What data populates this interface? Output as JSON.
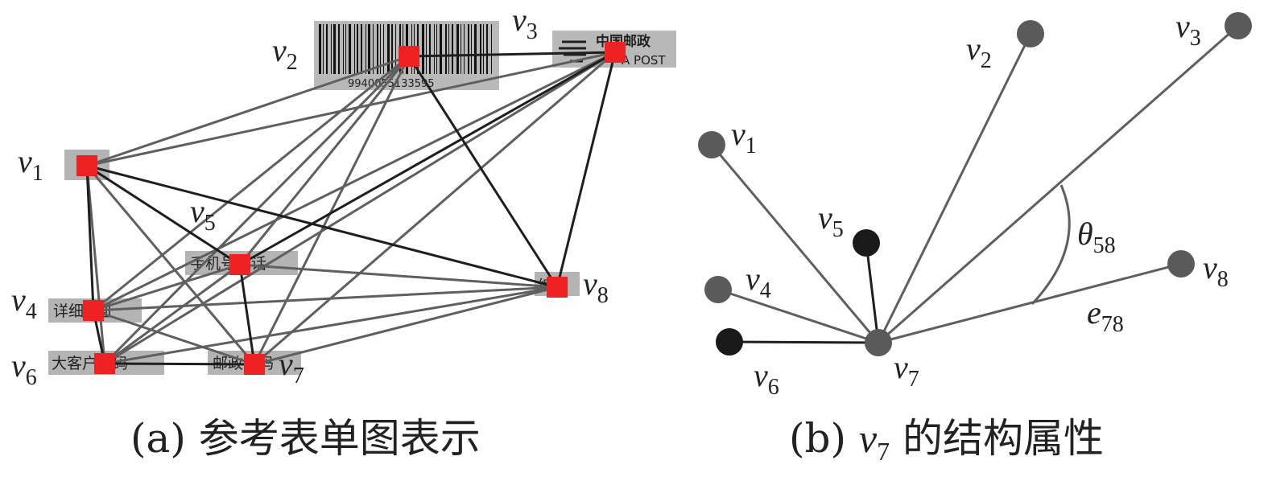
{
  "panel_a": {
    "caption": "(a) 参考表单图表示",
    "barcode_number": "9940055133595",
    "field_texts": {
      "v2": "",
      "v3": "中国邮政",
      "v3b": "A POST",
      "v1": "",
      "v5": "手机号电话",
      "v8": "编码",
      "v4": "详细地址",
      "v6": "大客户代码",
      "v7": "邮政编码"
    },
    "nodes": [
      {
        "id": "v1",
        "label": "v",
        "sub": "1"
      },
      {
        "id": "v2",
        "label": "v",
        "sub": "2"
      },
      {
        "id": "v3",
        "label": "v",
        "sub": "3"
      },
      {
        "id": "v4",
        "label": "v",
        "sub": "4"
      },
      {
        "id": "v5",
        "label": "v",
        "sub": "5"
      },
      {
        "id": "v6",
        "label": "v",
        "sub": "6"
      },
      {
        "id": "v7",
        "label": "v",
        "sub": "7"
      },
      {
        "id": "v8",
        "label": "v",
        "sub": "8"
      }
    ]
  },
  "panel_b": {
    "caption_prefix": "(b) ",
    "caption_var": "v",
    "caption_sub": "7",
    "caption_suffix": " 的结构属性",
    "nodes": [
      {
        "id": "v1",
        "label": "v",
        "sub": "1"
      },
      {
        "id": "v2",
        "label": "v",
        "sub": "2"
      },
      {
        "id": "v3",
        "label": "v",
        "sub": "3"
      },
      {
        "id": "v4",
        "label": "v",
        "sub": "4"
      },
      {
        "id": "v5",
        "label": "v",
        "sub": "5"
      },
      {
        "id": "v6",
        "label": "v",
        "sub": "6"
      },
      {
        "id": "v7",
        "label": "v",
        "sub": "7"
      },
      {
        "id": "v8",
        "label": "v",
        "sub": "8"
      }
    ],
    "angle_label": "θ",
    "angle_sub": "58",
    "edge_label": "e",
    "edge_sub": "78"
  },
  "colors": {
    "red_node": "#ee2222",
    "gray_edge": "#5f5f5f",
    "black_edge": "#1e1e1e",
    "gray_node": "#5a5a5a",
    "black_node": "#1a1a1a",
    "field_box": "#b4b4b4"
  }
}
